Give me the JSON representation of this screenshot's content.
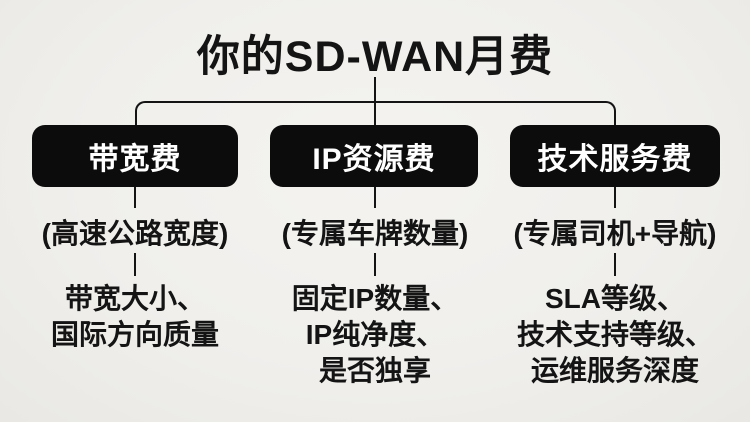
{
  "title": "你的SD-WAN月费",
  "theme": {
    "background": "#f0efec",
    "box_background": "#0c0c0c",
    "box_text_color": "#ffffff",
    "text_color": "#141414",
    "line_color": "#141414"
  },
  "branches": [
    {
      "id": "bandwidth-fee",
      "label": "带宽费",
      "analogy": "(高速公路宽度)",
      "factors": [
        "带宽大小、",
        "国际方向质量"
      ]
    },
    {
      "id": "ip-resource-fee",
      "label": "IP资源费",
      "analogy": "(专属车牌数量)",
      "factors": [
        "固定IP数量、",
        "IP纯净度、",
        "是否独享"
      ]
    },
    {
      "id": "tech-service-fee",
      "label": "技术服务费",
      "analogy": "(专属司机+导航)",
      "factors": [
        "SLA等级、",
        "技术支持等级、",
        "运维服务深度"
      ]
    }
  ]
}
